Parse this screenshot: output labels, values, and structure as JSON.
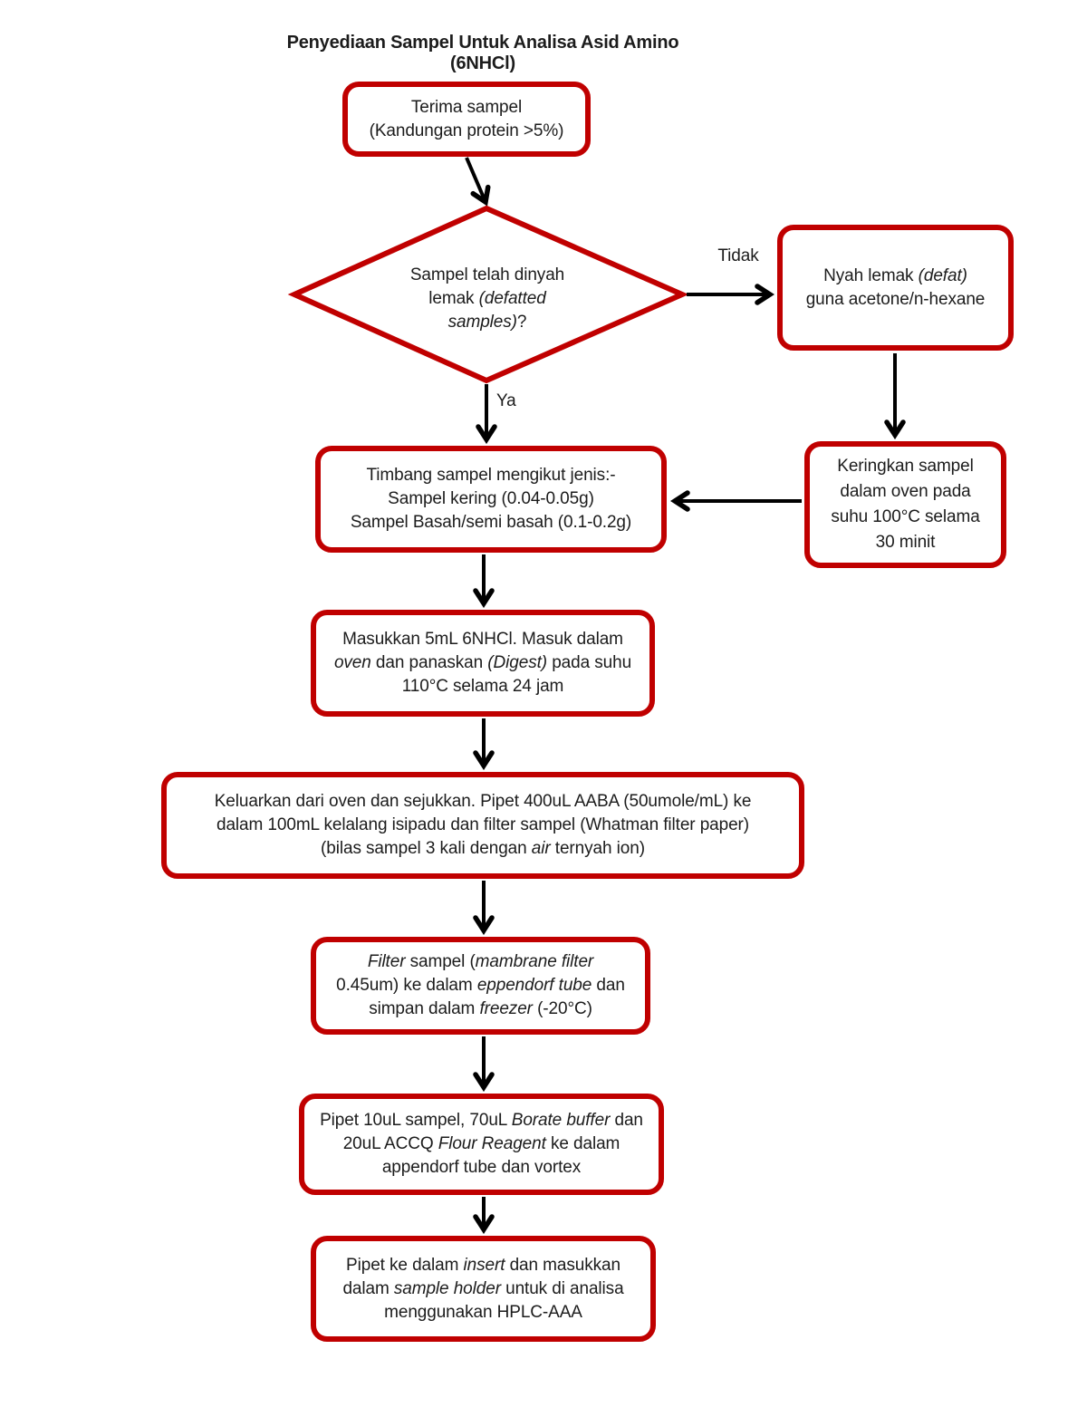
{
  "title": "Penyediaan Sampel Untuk Analisa Asid Amino (6NHCl)",
  "edge_labels": {
    "tidak": "Tidak",
    "ya": "Ya"
  },
  "colors": {
    "shape_border": "#c00000",
    "arrow": "#000000",
    "text": "#1c1c1c",
    "background": "#ffffff"
  },
  "nodes": {
    "terima": {
      "shape": "rounded-rect",
      "lines": [
        [
          {
            "t": "Terima sampel"
          }
        ],
        [
          {
            "t": "(Kandungan protein >5%)"
          }
        ]
      ]
    },
    "decision": {
      "shape": "diamond",
      "lines": [
        [
          {
            "t": "Sampel telah dinyah"
          }
        ],
        [
          {
            "t": "lemak "
          },
          {
            "t": "(defatted",
            "i": true
          }
        ],
        [
          {
            "t": "samples)",
            "i": true
          },
          {
            "t": "?"
          }
        ]
      ]
    },
    "nyah": {
      "shape": "rounded-rect",
      "lines": [
        [
          {
            "t": "Nyah lemak "
          },
          {
            "t": "(defat)",
            "i": true
          }
        ],
        [
          {
            "t": "guna acetone/n-hexane"
          }
        ]
      ]
    },
    "keringkan": {
      "shape": "rounded-rect",
      "lines": [
        [
          {
            "t": "Keringkan sampel"
          }
        ],
        [
          {
            "t": "dalam oven pada"
          }
        ],
        [
          {
            "t": "suhu 100°C selama"
          }
        ],
        [
          {
            "t": "30 minit"
          }
        ]
      ]
    },
    "timbang": {
      "shape": "rounded-rect",
      "lines": [
        [
          {
            "t": "Timbang sampel mengikut jenis:-"
          }
        ],
        [
          {
            "t": "Sampel kering (0.04-0.05g)"
          }
        ],
        [
          {
            "t": "Sampel Basah/semi basah (0.1-0.2g)"
          }
        ]
      ]
    },
    "masukkan": {
      "shape": "rounded-rect",
      "lines": [
        [
          {
            "t": "Masukkan 5mL 6NHCl. Masuk dalam"
          }
        ],
        [
          {
            "t": "oven",
            "i": true
          },
          {
            "t": " dan panaskan "
          },
          {
            "t": "(Digest)",
            "i": true
          },
          {
            "t": " pada suhu"
          }
        ],
        [
          {
            "t": "110°C selama 24 jam"
          }
        ]
      ]
    },
    "keluarkan": {
      "shape": "rounded-rect",
      "lines": [
        [
          {
            "t": "Keluarkan dari oven dan sejukkan. Pipet 400uL AABA (50umole/mL) ke"
          }
        ],
        [
          {
            "t": "dalam 100mL kelalang isipadu dan filter sampel (Whatman filter paper)"
          }
        ],
        [
          {
            "t": "(bilas sampel 3 kali dengan "
          },
          {
            "t": "air",
            "i": true
          },
          {
            "t": " ternyah ion)"
          }
        ]
      ]
    },
    "filter": {
      "shape": "rounded-rect",
      "lines": [
        [
          {
            "t": "Filter",
            "i": true
          },
          {
            "t": " sampel ("
          },
          {
            "t": "mambrane filter",
            "i": true
          }
        ],
        [
          {
            "t": "0.45um) ke dalam "
          },
          {
            "t": "eppendorf tube",
            "i": true
          },
          {
            "t": " dan"
          }
        ],
        [
          {
            "t": "simpan dalam "
          },
          {
            "t": "freezer",
            "i": true
          },
          {
            "t": " (-20°C)"
          }
        ]
      ]
    },
    "pipet10": {
      "shape": "rounded-rect",
      "lines": [
        [
          {
            "t": "Pipet 10uL sampel, 70uL "
          },
          {
            "t": "Borate buffer",
            "i": true
          },
          {
            "t": " dan"
          }
        ],
        [
          {
            "t": "20uL ACCQ "
          },
          {
            "t": "Flour Reagent",
            "i": true
          },
          {
            "t": " ke dalam"
          }
        ],
        [
          {
            "t": "appendorf tube dan vortex"
          }
        ]
      ]
    },
    "insert": {
      "shape": "rounded-rect",
      "lines": [
        [
          {
            "t": "Pipet ke dalam "
          },
          {
            "t": "insert",
            "i": true
          },
          {
            "t": " dan masukkan"
          }
        ],
        [
          {
            "t": "dalam "
          },
          {
            "t": "sample holder",
            "i": true
          },
          {
            "t": " untuk di analisa"
          }
        ],
        [
          {
            "t": "menggunakan HPLC-AAA"
          }
        ]
      ]
    }
  }
}
